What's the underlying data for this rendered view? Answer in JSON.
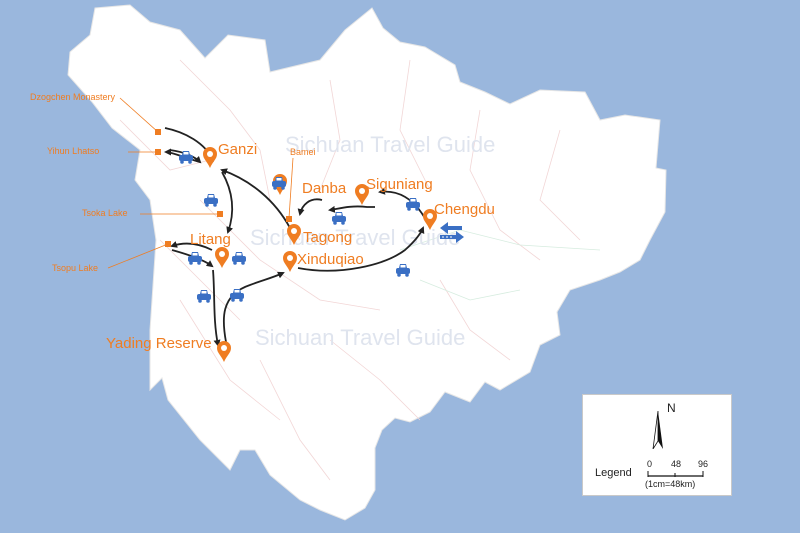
{
  "map": {
    "watermark": "Sichuan Travel Guide",
    "cities": [
      {
        "name": "Ganzi"
      },
      {
        "name": "Danba"
      },
      {
        "name": "Siguniang"
      },
      {
        "name": "Chengdu"
      },
      {
        "name": "Tagong"
      },
      {
        "name": "Xinduqiao"
      },
      {
        "name": "Litang"
      },
      {
        "name": "Yading Reserve"
      }
    ],
    "pois": [
      {
        "name": "Dzogchen Monastery"
      },
      {
        "name": "Yihun Lhatso"
      },
      {
        "name": "Tsoka Lake"
      },
      {
        "name": "Tsopu Lake"
      },
      {
        "name": "Bamei"
      }
    ],
    "transport_icons": [
      "car-icon",
      "plane-icon",
      "train-icon"
    ],
    "colors": {
      "sea": "#9ab7dd",
      "land": "#ffffff",
      "marker": "#ef7d22",
      "route": "#222222",
      "transport": "#3a6fc4"
    }
  },
  "legend": {
    "north_label": "N",
    "legend_label": "Legend",
    "scale_ticks": [
      "0",
      "48",
      "96"
    ],
    "scale_note": "(1cm=48km)"
  }
}
